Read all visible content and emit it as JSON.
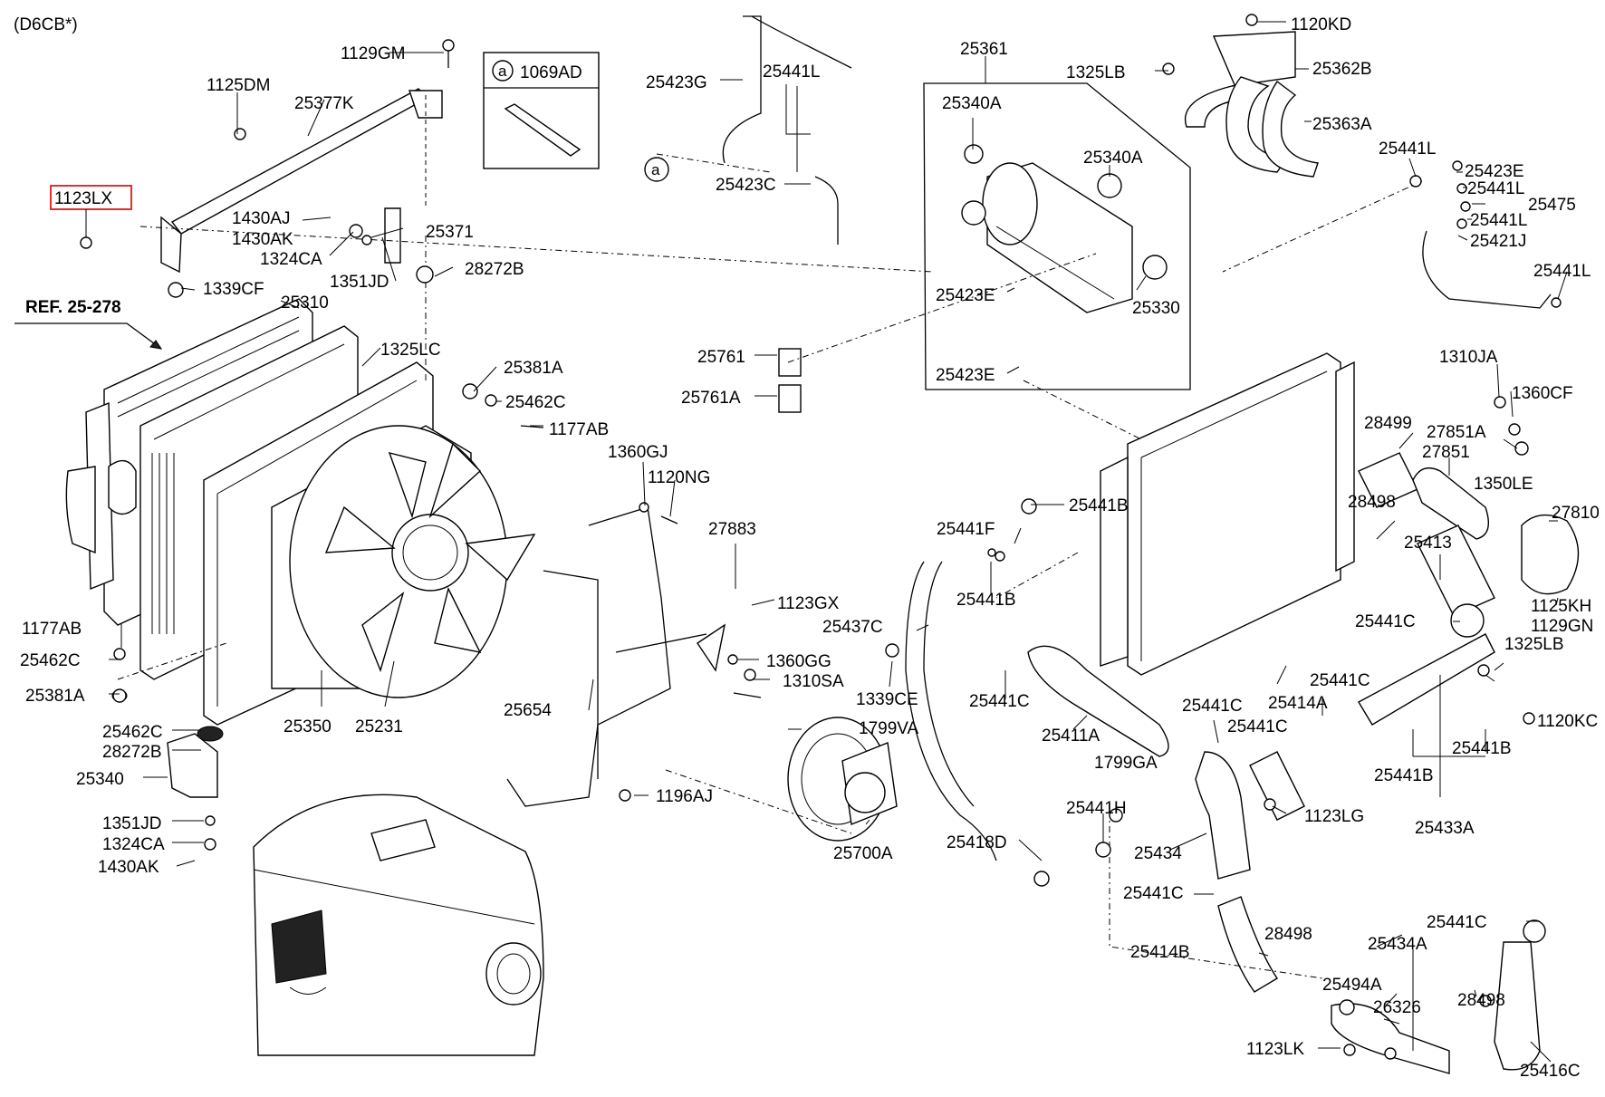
{
  "variant": "(D6CB*)",
  "ref_label": "REF. 25-278",
  "highlighted_part": "1123LX",
  "inset": {
    "marker": "a",
    "code": "1069AD"
  },
  "callout_marker": "a",
  "colors": {
    "highlight_box": "#e03030",
    "line": "#000000"
  },
  "labels": [
    {
      "id": "l1129GM",
      "text": "1129GM"
    },
    {
      "id": "l1125DM",
      "text": "1125DM"
    },
    {
      "id": "l25377K",
      "text": "25377K"
    },
    {
      "id": "l1123LX",
      "text": "1123LX"
    },
    {
      "id": "l1430AJ",
      "text": "1430AJ"
    },
    {
      "id": "l1430AK",
      "text": "1430AK"
    },
    {
      "id": "l25371",
      "text": "25371"
    },
    {
      "id": "l1324CA",
      "text": "1324CA"
    },
    {
      "id": "l1351JD",
      "text": "1351JD"
    },
    {
      "id": "l28272B",
      "text": "28272B"
    },
    {
      "id": "l1339CF",
      "text": "1339CF"
    },
    {
      "id": "l25310",
      "text": "25310"
    },
    {
      "id": "l1325LC",
      "text": "1325LC"
    },
    {
      "id": "l25381A",
      "text": "25381A"
    },
    {
      "id": "l25462C",
      "text": "25462C"
    },
    {
      "id": "l1177AB",
      "text": "1177AB"
    },
    {
      "id": "l1360GJ",
      "text": "1360GJ"
    },
    {
      "id": "l1120NG",
      "text": "1120NG"
    },
    {
      "id": "l27883",
      "text": "27883"
    },
    {
      "id": "l1123GX",
      "text": "1123GX"
    },
    {
      "id": "l1360GG",
      "text": "1360GG"
    },
    {
      "id": "l1310SA",
      "text": "1310SA"
    },
    {
      "id": "l1799VA",
      "text": "1799VA"
    },
    {
      "id": "l1196AJ",
      "text": "1196AJ"
    },
    {
      "id": "l25700A",
      "text": "25700A"
    },
    {
      "id": "l25654",
      "text": "25654"
    },
    {
      "id": "l25350",
      "text": "25350"
    },
    {
      "id": "l25231",
      "text": "25231"
    },
    {
      "id": "l1177AB_b",
      "text": "1177AB"
    },
    {
      "id": "l25462C_b",
      "text": "25462C"
    },
    {
      "id": "l25381A_b",
      "text": "25381A"
    },
    {
      "id": "l25462C_c",
      "text": "25462C"
    },
    {
      "id": "l28272B_b",
      "text": "28272B"
    },
    {
      "id": "l25340",
      "text": "25340"
    },
    {
      "id": "l1351JD_b",
      "text": "1351JD"
    },
    {
      "id": "l1324CA_b",
      "text": "1324CA"
    },
    {
      "id": "l1430AK_b",
      "text": "1430AK"
    },
    {
      "id": "l25423G",
      "text": "25423G"
    },
    {
      "id": "l25441L",
      "text": "25441L"
    },
    {
      "id": "l25423C",
      "text": "25423C"
    },
    {
      "id": "l25361",
      "text": "25361"
    },
    {
      "id": "l25340A",
      "text": "25340A"
    },
    {
      "id": "l25340A_b",
      "text": "25340A"
    },
    {
      "id": "l25423E",
      "text": "25423E"
    },
    {
      "id": "l25330",
      "text": "25330"
    },
    {
      "id": "l25761",
      "text": "25761"
    },
    {
      "id": "l25761A",
      "text": "25761A"
    },
    {
      "id": "l25423E_b",
      "text": "25423E"
    },
    {
      "id": "l1120KD",
      "text": "1120KD"
    },
    {
      "id": "l1325LB",
      "text": "1325LB"
    },
    {
      "id": "l25362B",
      "text": "25362B"
    },
    {
      "id": "l25363A",
      "text": "25363A"
    },
    {
      "id": "l25441L_b",
      "text": "25441L"
    },
    {
      "id": "l25423E_c",
      "text": "25423E"
    },
    {
      "id": "l25441L_c",
      "text": "25441L"
    },
    {
      "id": "l25475",
      "text": "25475"
    },
    {
      "id": "l25441L_d",
      "text": "25441L"
    },
    {
      "id": "l25421J",
      "text": "25421J"
    },
    {
      "id": "l25441L_e",
      "text": "25441L"
    },
    {
      "id": "l1310JA",
      "text": "1310JA"
    },
    {
      "id": "l1360CF",
      "text": "1360CF"
    },
    {
      "id": "l28499",
      "text": "28499"
    },
    {
      "id": "l27851A",
      "text": "27851A"
    },
    {
      "id": "l27851",
      "text": "27851"
    },
    {
      "id": "l1350LE",
      "text": "1350LE"
    },
    {
      "id": "l28498",
      "text": "28498"
    },
    {
      "id": "l27810",
      "text": "27810"
    },
    {
      "id": "l25413",
      "text": "25413"
    },
    {
      "id": "l1125KH",
      "text": "1125KH"
    },
    {
      "id": "l1129GN",
      "text": "1129GN"
    },
    {
      "id": "l1325LB_b",
      "text": "1325LB"
    },
    {
      "id": "l25441C",
      "text": "25441C"
    },
    {
      "id": "l25441B",
      "text": "25441B"
    },
    {
      "id": "l25441F",
      "text": "25441F"
    },
    {
      "id": "l25441B_b",
      "text": "25441B"
    },
    {
      "id": "l25437C",
      "text": "25437C"
    },
    {
      "id": "l1339CE",
      "text": "1339CE"
    },
    {
      "id": "l25441C_b",
      "text": "25441C"
    },
    {
      "id": "l25411A",
      "text": "25411A"
    },
    {
      "id": "l25441C_c",
      "text": "25441C"
    },
    {
      "id": "l1799GA",
      "text": "1799GA"
    },
    {
      "id": "l25441C_d",
      "text": "25441C"
    },
    {
      "id": "l25414A",
      "text": "25414A"
    },
    {
      "id": "l25441C_e",
      "text": "25441C"
    },
    {
      "id": "l1120KC",
      "text": "1120KC"
    },
    {
      "id": "l25441B_c",
      "text": "25441B"
    },
    {
      "id": "l25441B_d",
      "text": "25441B"
    },
    {
      "id": "l25441H",
      "text": "25441H"
    },
    {
      "id": "l1123LG",
      "text": "1123LG"
    },
    {
      "id": "l25418D",
      "text": "25418D"
    },
    {
      "id": "l25434",
      "text": "25434"
    },
    {
      "id": "l25433A",
      "text": "25433A"
    },
    {
      "id": "l25441C_f",
      "text": "25441C"
    },
    {
      "id": "l25414B",
      "text": "25414B"
    },
    {
      "id": "l28498_b",
      "text": "28498"
    },
    {
      "id": "l25441C_g",
      "text": "25441C"
    },
    {
      "id": "l25434A",
      "text": "25434A"
    },
    {
      "id": "l25494A",
      "text": "25494A"
    },
    {
      "id": "l26326",
      "text": "26326"
    },
    {
      "id": "l28498_c",
      "text": "28498"
    },
    {
      "id": "l1123LK",
      "text": "1123LK"
    },
    {
      "id": "l25416C",
      "text": "25416C"
    }
  ]
}
